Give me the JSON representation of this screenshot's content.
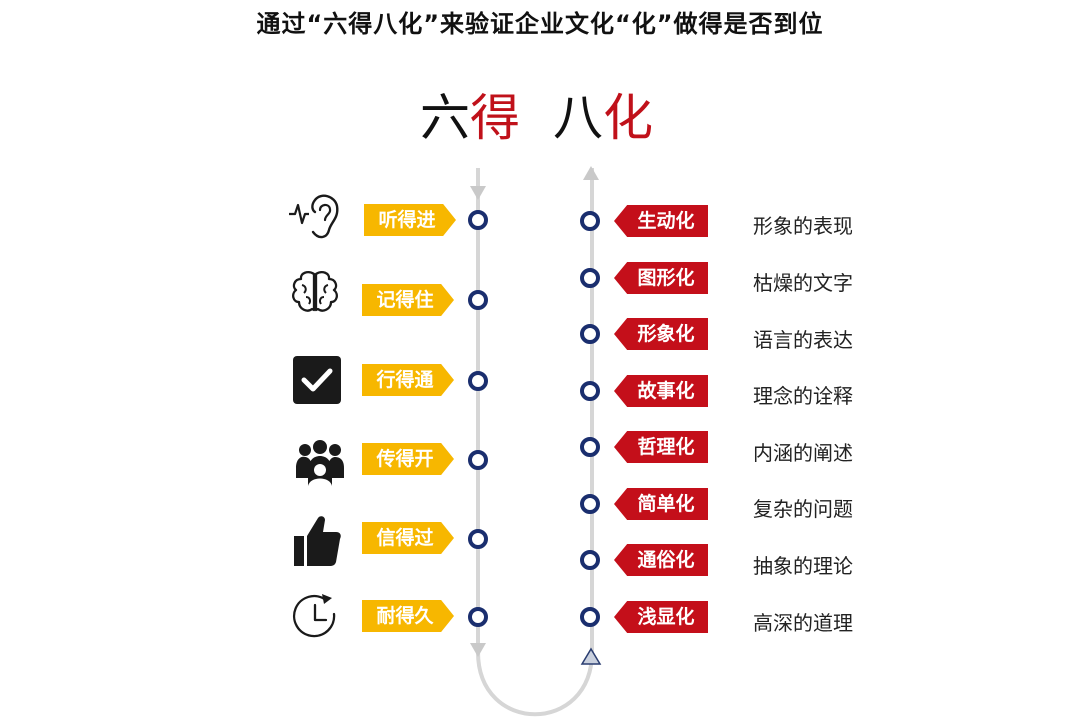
{
  "title": "通过“六得八化”来验证企业文化“化”做得是否到位",
  "heading": {
    "part1": "六",
    "part2": "得",
    "part3": "八",
    "part4": "化"
  },
  "left_items": [
    {
      "label": "听得进",
      "icon": "ear-icon"
    },
    {
      "label": "记得住",
      "icon": "brain-icon"
    },
    {
      "label": "行得通",
      "icon": "checkbox-icon"
    },
    {
      "label": "传得开",
      "icon": "people-icon"
    },
    {
      "label": "信得过",
      "icon": "thumbs-up-icon"
    },
    {
      "label": "耐得久",
      "icon": "clock-icon"
    }
  ],
  "right_items": [
    {
      "label": "生动化",
      "desc": "形象的表现"
    },
    {
      "label": "图形化",
      "desc": "枯燥的文字"
    },
    {
      "label": "形象化",
      "desc": "语言的表达"
    },
    {
      "label": "故事化",
      "desc": "理念的诠释"
    },
    {
      "label": "哲理化",
      "desc": "内涵的阐述"
    },
    {
      "label": "简单化",
      "desc": "复杂的问题"
    },
    {
      "label": "通俗化",
      "desc": "抽象的理论"
    },
    {
      "label": "浅显化",
      "desc": "高深的道理"
    }
  ],
  "colors": {
    "yellow_tag": "#f7b700",
    "red_tag": "#c40f1a",
    "dot": "#1a2e6e",
    "track": "#d6d6d6",
    "accent_red": "#c0111a"
  }
}
